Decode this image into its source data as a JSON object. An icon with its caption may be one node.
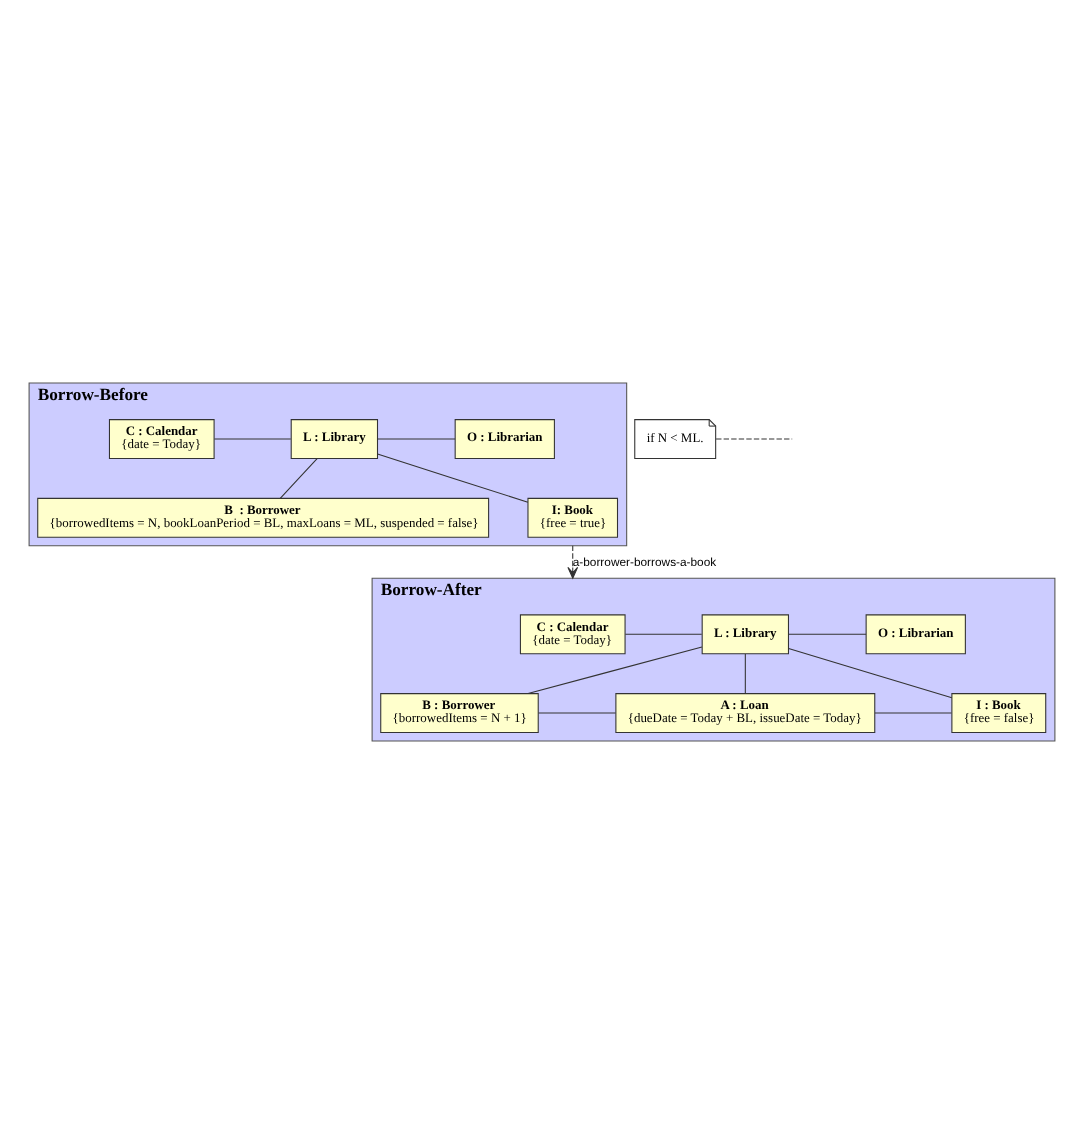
{
  "diagram": {
    "nodes": [
      {
        "text": [
          "Borrow-Before"
        ]
      },
      {
        "text": [
          "C : Calendar",
          "{date = Today}"
        ],
        "in": 0
      },
      {
        "text": [
          "L : Library"
        ],
        "in": 0
      },
      {
        "text": [
          "O : Librarian"
        ],
        "in": 0
      },
      {
        "text": [
          "B  : Borrower",
          "{borrowedItems = N, bookLoanPeriod = BL, maxLoans = ML, suspended = false}"
        ],
        "in": 0
      },
      {
        "text": [
          "I: Book",
          "{free = true}"
        ],
        "in": 0
      },
      {
        "text": [
          "Borrow-After"
        ]
      },
      {
        "text": [
          "C : Calendar",
          "{date = Today}"
        ],
        "in": 6
      },
      {
        "text": [
          "L : Library"
        ],
        "in": 6
      },
      {
        "text": [
          "O : Librarian"
        ],
        "in": 6
      },
      {
        "text": [
          "B : Borrower",
          "{borrowedItems = N + 1}"
        ],
        "in": 6
      },
      {
        "text": [
          "A : Loan",
          "{dueDate = Today + BL, issueDate = Today}"
        ],
        "in": 6
      },
      {
        "text": [
          "I : Book",
          "{free = false}"
        ],
        "in": 6
      },
      {
        "text": [
          "if N < ML."
        ]
      }
    ],
    "edges": [
      {
        "from": 1,
        "to": 2,
        "arrow": "none"
      },
      {
        "from": 2,
        "to": 3,
        "arrow": "none"
      },
      {
        "from": 2,
        "to": 4,
        "arrow": "none"
      },
      {
        "from": 2,
        "to": 5,
        "arrow": "none"
      },
      {
        "from": 0,
        "to": 6,
        "arrow": "to",
        "style": "dashed",
        "label": "a-borrower-borrows-a-book"
      },
      {
        "from": 13,
        "to": null,
        "arrow": "none",
        "style": "dashed"
      },
      {
        "from": 7,
        "to": 8,
        "arrow": "none"
      },
      {
        "from": 8,
        "to": 9,
        "arrow": "none"
      },
      {
        "from": 8,
        "to": 10,
        "arrow": "none"
      },
      {
        "from": 8,
        "to": 11,
        "arrow": "none"
      },
      {
        "from": 8,
        "to": 12,
        "arrow": "none"
      },
      {
        "from": 10,
        "to": 11,
        "arrow": "none"
      },
      {
        "from": 11,
        "to": 12,
        "arrow": "none"
      }
    ]
  }
}
